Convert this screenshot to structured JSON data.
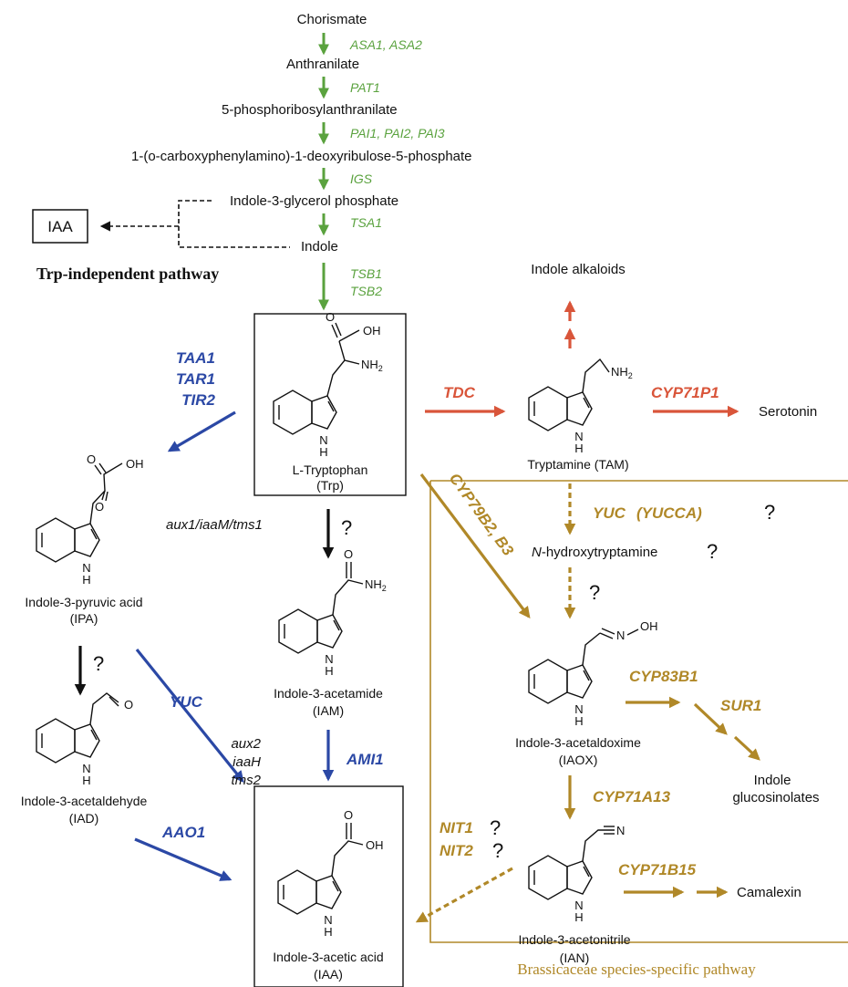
{
  "colors": {
    "trp_biosynthesis": "#5aa23e",
    "ipa_iam_pathway": "#2b48a5",
    "tryptamine_pathway": "#d9553a",
    "brassicaceae_pathway": "#b08828",
    "unknown": "#111111"
  },
  "upstream": {
    "chorismate": "Chorismate",
    "anthranilate": "Anthranilate",
    "prpa": "5-phosphoribosylanthranilate",
    "cdrp": "1-(o-carboxyphenylamino)-1-deoxyribulose-5-phosphate",
    "igp": "Indole-3-glycerol phosphate",
    "indole": "Indole",
    "enzymes": {
      "asa": "ASA1, ASA2",
      "pat": "PAT1",
      "pai": "PAI1, PAI2, PAI3",
      "igs": "IGS",
      "tsa": "TSA1",
      "tsb1": "TSB1",
      "tsb2": "TSB2"
    }
  },
  "trp_independent": {
    "iaa": "IAA",
    "label": "Trp-independent pathway"
  },
  "trp": {
    "name": "L-Tryptophan",
    "abbr": "(Trp)"
  },
  "ipa_branch": {
    "enzymes": [
      "TAA1",
      "TAR1",
      "TIR2"
    ],
    "ipa_name": "Indole-3-pyruvic acid",
    "ipa_abbr": "(IPA)",
    "yuc": "YUC",
    "iad_name": "Indole-3-acetaldehyde",
    "iad_abbr": "(IAD)",
    "aao": "AAO1",
    "question": "?"
  },
  "iam_branch": {
    "genes": "aux1/iaaM/tms1",
    "question": "?",
    "iam_name": "Indole-3-acetamide",
    "iam_abbr": "(IAM)",
    "genes2": [
      "aux2",
      "iaaH",
      "tms2"
    ],
    "ami": "AMI1"
  },
  "iaa_final": {
    "name": "Indole-3-acetic acid",
    "abbr": "(IAA)"
  },
  "tam_branch": {
    "alkaloids": "Indole alkaloids",
    "tdc": "TDC",
    "tam_name": "Tryptamine (TAM)",
    "cyp71p1": "CYP71P1",
    "serotonin": "Serotonin"
  },
  "brassicaceae": {
    "yuc": "YUC",
    "yucca": "(YUCCA)",
    "q1": "?",
    "n_hydroxy_prefix": "N",
    "n_hydroxy_rest": "-hydroxytryptamine",
    "q2": "?",
    "q3": "?",
    "cyp79b2": "CYP79B2, B3",
    "iaox_name": "Indole-3-acetaldoxime",
    "iaox_abbr": "(IAOX)",
    "cyp83b1": "CYP83B1",
    "sur1": "SUR1",
    "glucos_1": "Indole",
    "glucos_2": "glucosinolates",
    "cyp71a13": "CYP71A13",
    "ian_name": "Indole-3-acetonitrile",
    "ian_abbr": "(IAN)",
    "cyp71b15": "CYP71B15",
    "camalexin": "Camalexin",
    "nit1": "NIT1",
    "nit2": "NIT2",
    "q4": "?",
    "q5": "?",
    "label": "Brassicaceae species-specific pathway"
  }
}
